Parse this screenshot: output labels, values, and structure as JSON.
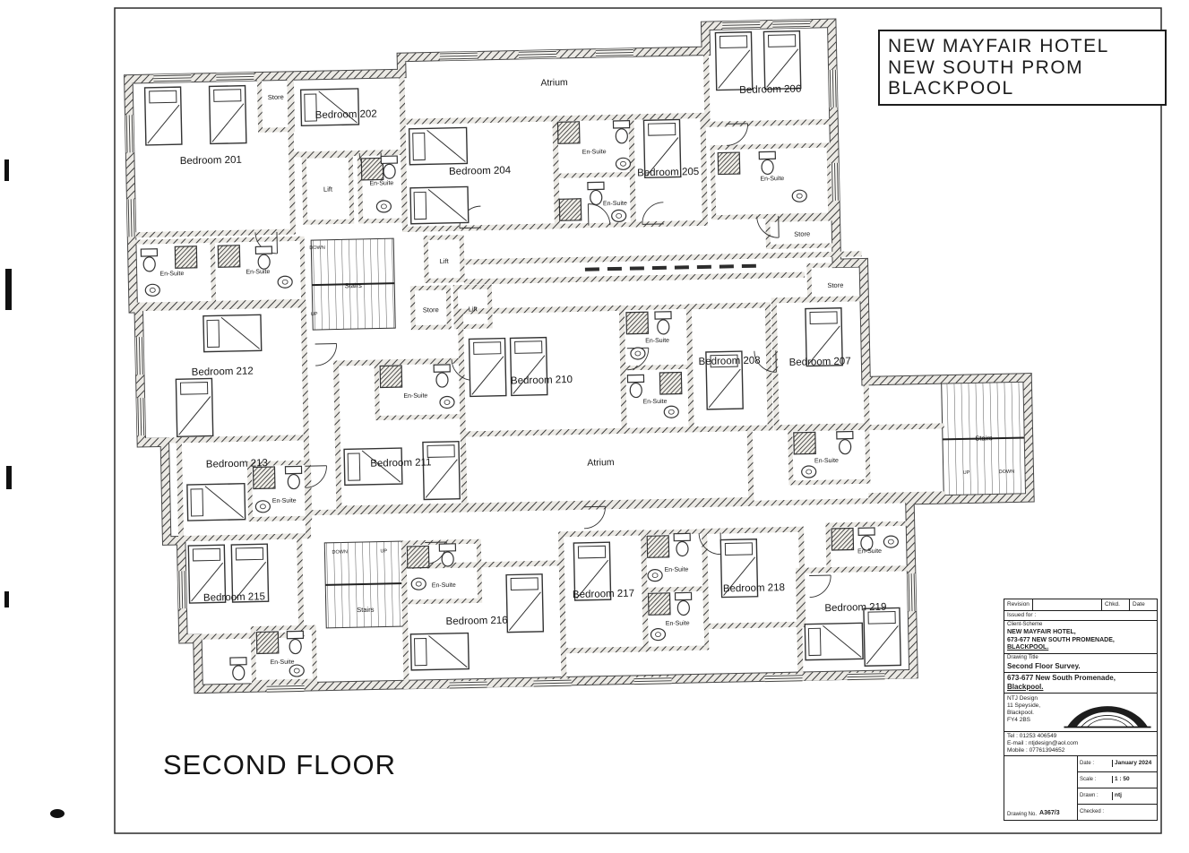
{
  "sheet": {
    "floor_label": "SECOND FLOOR"
  },
  "colors": {
    "ink": "#1c1c1c",
    "paper": "#ffffff"
  },
  "header_box": {
    "line1": "NEW MAYFAIR HOTEL",
    "line2": "NEW SOUTH PROM",
    "line3": "BLACKPOOL"
  },
  "plan": {
    "rooms": {
      "r201": "Bedroom 201",
      "r202": "Bedroom 202",
      "r204": "Bedroom 204",
      "r205": "Bedroom 205",
      "r206": "Bedroom 206",
      "r207": "Bedroom 207",
      "r208": "Bedroom 208",
      "r210": "Bedroom 210",
      "r211": "Bedroom 211",
      "r212": "Bedroom 212",
      "r213": "Bedroom 213",
      "r215": "Bedroom 215",
      "r216": "Bedroom 216",
      "r217": "Bedroom 217",
      "r218": "Bedroom 218",
      "r219": "Bedroom 219"
    },
    "common": {
      "atrium": "Atrium",
      "ensuite": "En-Suite",
      "lift": "Lift",
      "store": "Store",
      "stairs": "Stairs",
      "up": "UP",
      "down": "DOWN"
    }
  },
  "title_block": {
    "revision": "Revision",
    "chkd": "Chkd.",
    "date_col": "Date",
    "issued_for": "Issued for :",
    "client_scheme_label": "Client-Scheme",
    "client_line1": "NEW MAYFAIR HOTEL,",
    "client_line2": "673-677 NEW SOUTH PROMENADE,",
    "client_line3": "BLACKPOOL.",
    "drawing_title_label": "Drawing Title",
    "drawing_title": "Second Floor Survey.",
    "address_line1": "673-677 New South Promenade,",
    "address_line2": "Blackpool.",
    "designer_name": "NTJ Design",
    "designer_addr1": "11 Speyside,",
    "designer_addr2": "Blackpool.",
    "designer_addr3": "FY4 2BS",
    "tel": "Tel : 01253 406549",
    "email": "E-mail : ntjdesign@aol.com",
    "mobile": "Mobile : 07761394652",
    "date_label": "Date :",
    "date_value": "January 2024",
    "scale_label": "Scale :",
    "scale_value": "1 : 50",
    "drawn_label": "Drawn :",
    "drawn_value": "ntj",
    "checked_label": "Checked :",
    "drawing_no_label": "Drawing No.",
    "drawing_no_value": "A367/3"
  }
}
